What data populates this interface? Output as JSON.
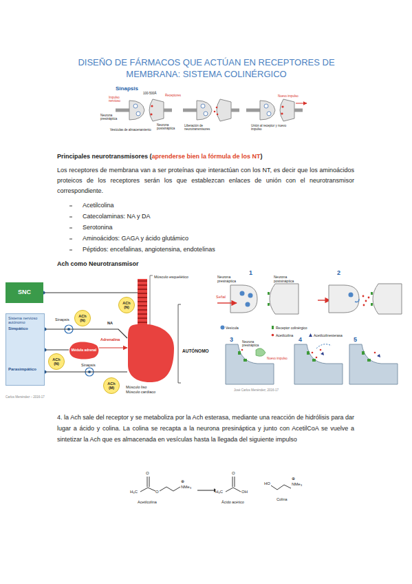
{
  "diagram": {
    "title": "DISEÑO DE FÁRMACOS QUE ACTÚAN EN RECEPTORES DE MEMBRANA: SISTEMA COLINÉRGICO",
    "nodes": [
      {
        "text": [
          "SNC"
        ]
      },
      {
        "text": [
          "Músculo esquelético"
        ]
      },
      {
        "text": [
          "ACh (N)"
        ]
      },
      {
        "text": [
          "Sistema nervioso autónomo",
          "Simpático",
          "Parasimpático"
        ]
      },
      {
        "text": [
          "ACh (N)"
        ]
      },
      {
        "text": [
          "Médula adrenal"
        ]
      },
      {
        "text": [
          "ACh (N)"
        ]
      },
      {
        "text": [
          "ACh (M)"
        ]
      },
      {
        "text": [
          "AUTÓNOMO",
          "Músculo liso",
          "Músculo cardíaco"
        ]
      }
    ],
    "edges": [
      {
        "from": 0,
        "to": 1,
        "arrow": "none"
      },
      {
        "from": 3,
        "to": 8,
        "arrow": "none",
        "label": "NA"
      },
      {
        "from": 3,
        "to": 5,
        "arrow": "none"
      },
      {
        "from": 5,
        "to": 8,
        "arrow": "to",
        "label": "Adrenalina"
      },
      {
        "from": 3,
        "to": 8,
        "arrow": "none"
      }
    ],
    "labels": [
      "Sinapsis",
      "100-500Å",
      "Receptores",
      "Impulso nervioso",
      "Neurona presináptica",
      "Neurona postsináptica",
      "Vesículas de almacenamiento",
      "Liberación de neurotransmisores",
      "Nuevo impulso",
      "Unión al receptor y nuevo impulso",
      "Principales neurotransmisores (",
      "aprenderse bien la fórmula de los NT",
      ")",
      "Los receptores de membrana van a ser proteínas que interactúan con los NT, es decir que los aminoácidos proteicos de los receptores serán los que establezcan enlaces de unión con el neurotransmisor correspondiente.",
      "Acetilcolina",
      "Catecolaminas: NA y DA",
      "Serotonina",
      "Aminoácidos: GAGA y ácido glutámico",
      "Péptidos: encefalinas, angiotensina, endotelinas",
      "Ach como Neurotransmisor",
      "Sinapsis",
      "Sinapsis",
      "Carlos Menéndez – 2016-17",
      "1",
      "Neurona presináptica",
      "Neurona postsináptica",
      "Señal",
      "2",
      "3",
      "Neurona presináptica",
      "Nuevo impulso",
      "4",
      "5",
      "José Carlos Menéndez, 2016-17",
      "4. la Ach sale del receptor y se metaboliza por la Ach esterasa, mediante una reacción de hidrólisis para dar lugar a ácido y colina. La colina se recapta a la neurona presináptica y junto con AcetilCoA se vuelve a sintetizar la Ach que es almacenada en vesículas hasta la llegada del siguiente impulso",
      "O",
      "H₃C",
      "O",
      "⊕",
      "NMe₃",
      "Acetilcolina",
      "O",
      "H₃C",
      "OH",
      "Ácido acético",
      "HO",
      "⊕",
      "NMe₃",
      "Colina"
    ],
    "legend": [
      {
        "text": "Vesícula"
      },
      {
        "text": "Receptor colinérgico"
      },
      {
        "text": "Acetilcolina"
      },
      {
        "text": "Acetilcolinesterasa"
      }
    ]
  }
}
